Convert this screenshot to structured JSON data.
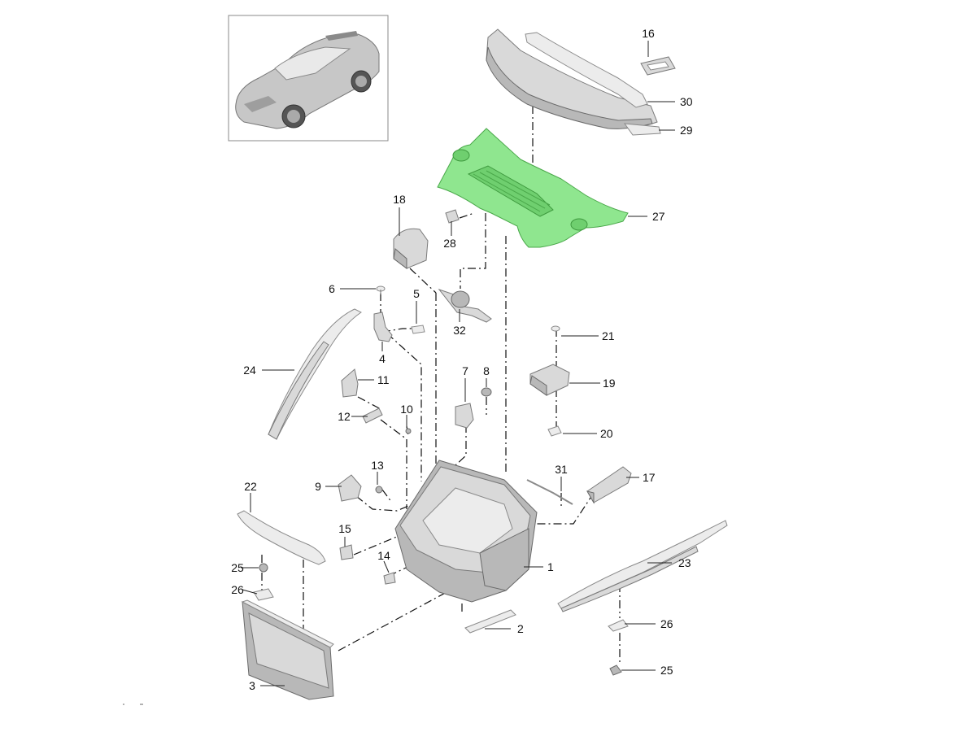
{
  "labels": {
    "p1": "1",
    "p2": "2",
    "p3": "3",
    "p4": "4",
    "p5": "5",
    "p6": "6",
    "p7": "7",
    "p8": "8",
    "p9": "9",
    "p10": "10",
    "p11": "11",
    "p12": "12",
    "p13": "13",
    "p14": "14",
    "p15": "15",
    "p16": "16",
    "p17": "17",
    "p18": "18",
    "p19": "19",
    "p20": "20",
    "p21": "21",
    "p22": "22",
    "p23": "23",
    "p24": "24",
    "p25a": "25",
    "p25b": "25",
    "p26a": "26",
    "p26b": "26",
    "p27": "27",
    "p28": "28",
    "p29": "29",
    "p30": "30",
    "p31": "31",
    "p32": "32"
  },
  "colors": {
    "highlight": "#8fe68f",
    "part": "#d9d9d9",
    "line": "#111111"
  },
  "icons": {
    "thumbnail": "car-thumbnail-icon"
  }
}
